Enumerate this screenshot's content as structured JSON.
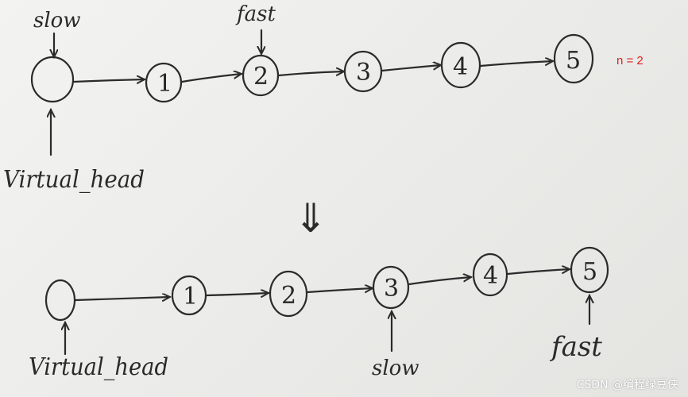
{
  "top": {
    "nodes": [
      "1",
      "2",
      "3",
      "4",
      "5"
    ],
    "slow_label": "slow",
    "fast_label": "fast",
    "virtual_head_label": "Virtual_head",
    "note": "n = 2"
  },
  "bottom": {
    "nodes": [
      "1",
      "2",
      "3",
      "4",
      "5"
    ],
    "slow_label": "slow",
    "fast_label": "fast",
    "virtual_head_label": "Virtual_head"
  },
  "transition_symbol": "⇓",
  "watermark": "CSDN @编程绿豆侠",
  "colors": {
    "ink": "#2b2b2b",
    "note": "#e02020",
    "paper": "#efefec"
  }
}
